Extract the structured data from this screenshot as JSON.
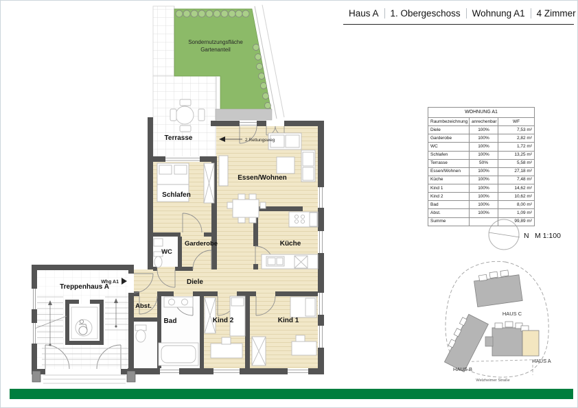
{
  "header": {
    "items": [
      "Haus A",
      "1. Obergeschoss",
      "Wohnung A1",
      "4 Zimmer"
    ]
  },
  "plan": {
    "garden": {
      "line1": "Sondernutzungsfläche",
      "line2": "Gartenanteil"
    },
    "rooms": {
      "terrasse": "Terrasse",
      "schlafen": "Schlafen",
      "essen_wohnen": "Essen/Wohnen",
      "garderobe": "Garderobe",
      "wc": "WC",
      "kueche": "Küche",
      "diele": "Diele",
      "treppenhaus": "Treppenhaus A",
      "abst": "Abst.",
      "bad": "Bad",
      "kind2": "Kind 2",
      "kind1": "Kind 1"
    },
    "annotations": {
      "rettungsweg": "2.Rettungsweg",
      "whg": "Whg A1"
    }
  },
  "area_table": {
    "title": "WOHNUNG A1",
    "columns": [
      "Raumbezeichnung",
      "anrechenbar zu",
      "WF"
    ],
    "rows": [
      {
        "name": "Diele",
        "share": "100%",
        "area": "7,53 m²"
      },
      {
        "name": "Garderobe",
        "share": "100%",
        "area": "2,82 m²"
      },
      {
        "name": "WC",
        "share": "100%",
        "area": "1,72 m²"
      },
      {
        "name": "Schlafen",
        "share": "100%",
        "area": "13,25 m²"
      },
      {
        "name": "Terrasse",
        "share": "50%",
        "area": "5,58 m²"
      },
      {
        "name": "Essen/Wohnen",
        "share": "100%",
        "area": "27,18 m²"
      },
      {
        "name": "Küche",
        "share": "100%",
        "area": "7,48 m²"
      },
      {
        "name": "Kind 1",
        "share": "100%",
        "area": "14,62 m²"
      },
      {
        "name": "Kind 2",
        "share": "100%",
        "area": "10,62 m²"
      },
      {
        "name": "Bad",
        "share": "100%",
        "area": "8,00 m²"
      },
      {
        "name": "Abst.",
        "share": "100%",
        "area": "1,09 m²"
      },
      {
        "name": "Summe",
        "share": "",
        "area": "99,89 m²"
      }
    ]
  },
  "compass": {
    "north": "N",
    "scale": "M 1:100"
  },
  "site_plan": {
    "haus_c": "HAUS C",
    "haus_b": "HAUS B",
    "haus_a": "HAUS A",
    "street": "Welzheimer Straße"
  },
  "colors": {
    "wall": "#545454",
    "floor": "#f1e7c8",
    "garden": "#8cba68",
    "footer": "#007e3e",
    "site_building": "#b5b5b5",
    "site_highlight": "#f3e6c0"
  }
}
